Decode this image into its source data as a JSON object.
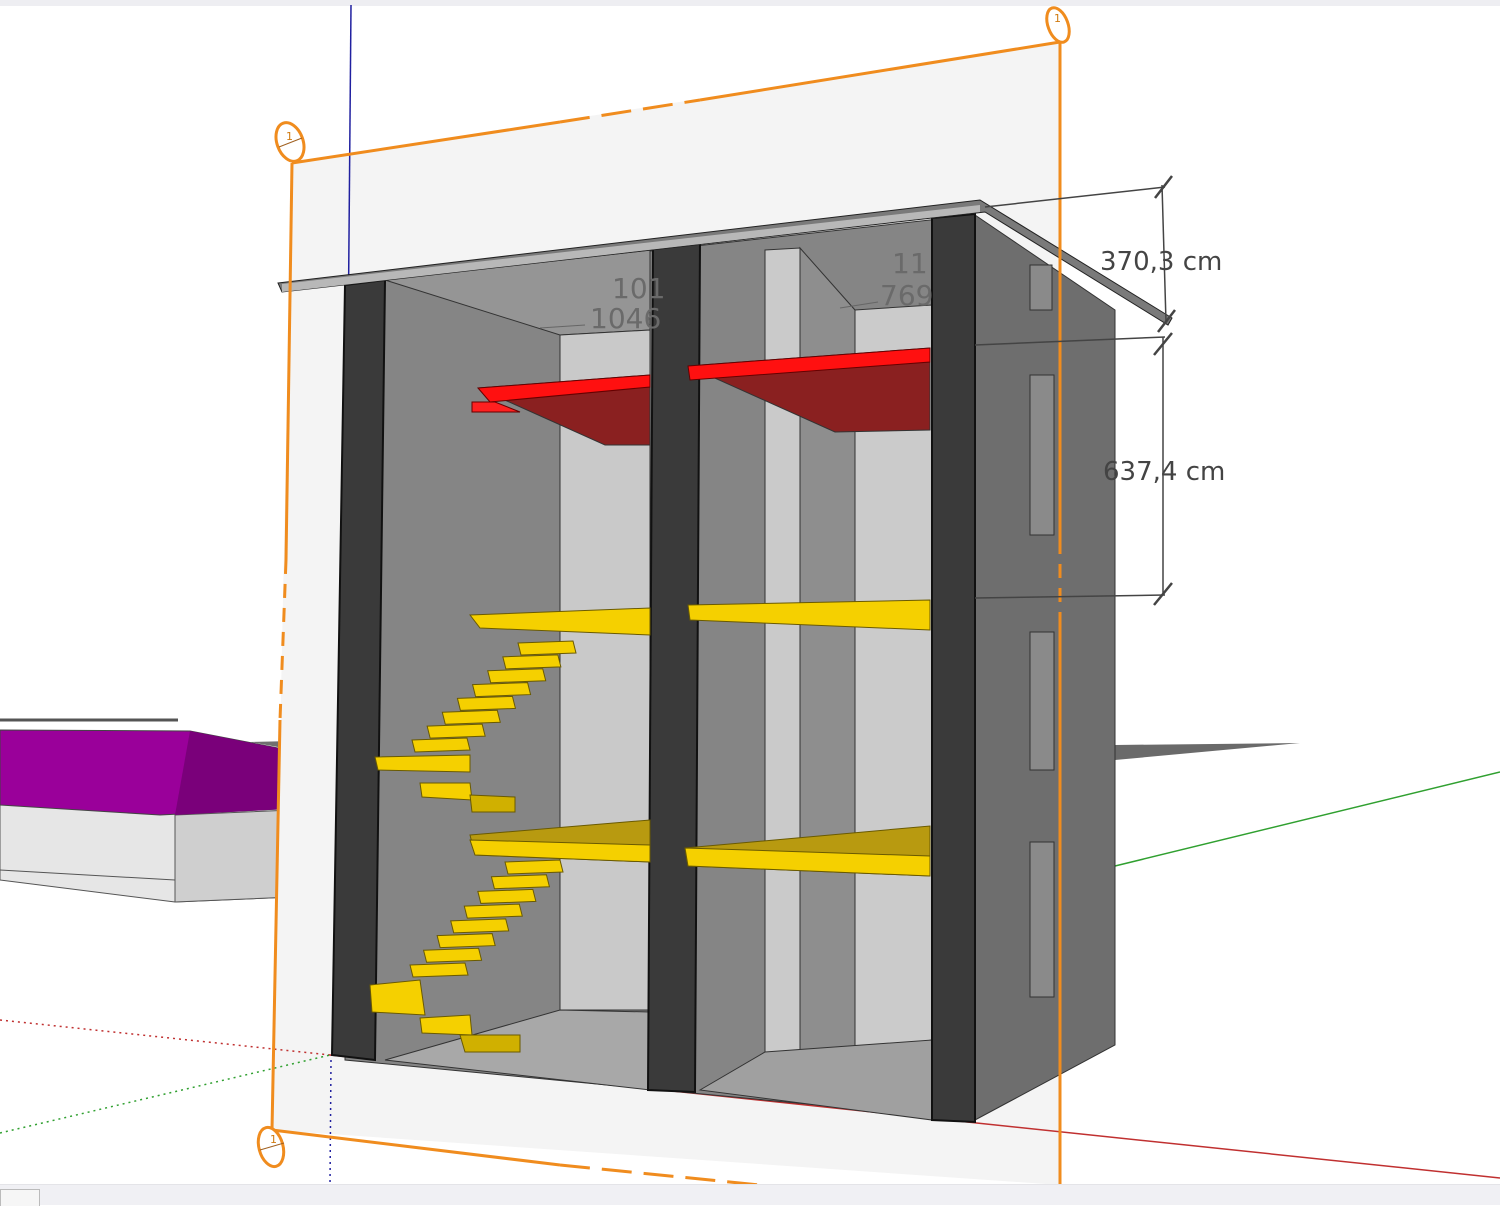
{
  "viewport": {
    "dimensions": [
      {
        "label": "370,3 cm"
      },
      {
        "label": "637,4 cm"
      }
    ],
    "ghost_labels": [
      "101",
      "1046",
      "11",
      "769"
    ],
    "section_markers": [
      "1",
      "1",
      "1"
    ],
    "colors": {
      "section_plane": "#f08c1e",
      "axis_red": "#c03030",
      "axis_green": "#30a030",
      "axis_blue": "#2020a0",
      "slab_red": "#ff1010",
      "slab_yellow": "#f5d000",
      "neighbor_roof": "#a000a0"
    }
  }
}
